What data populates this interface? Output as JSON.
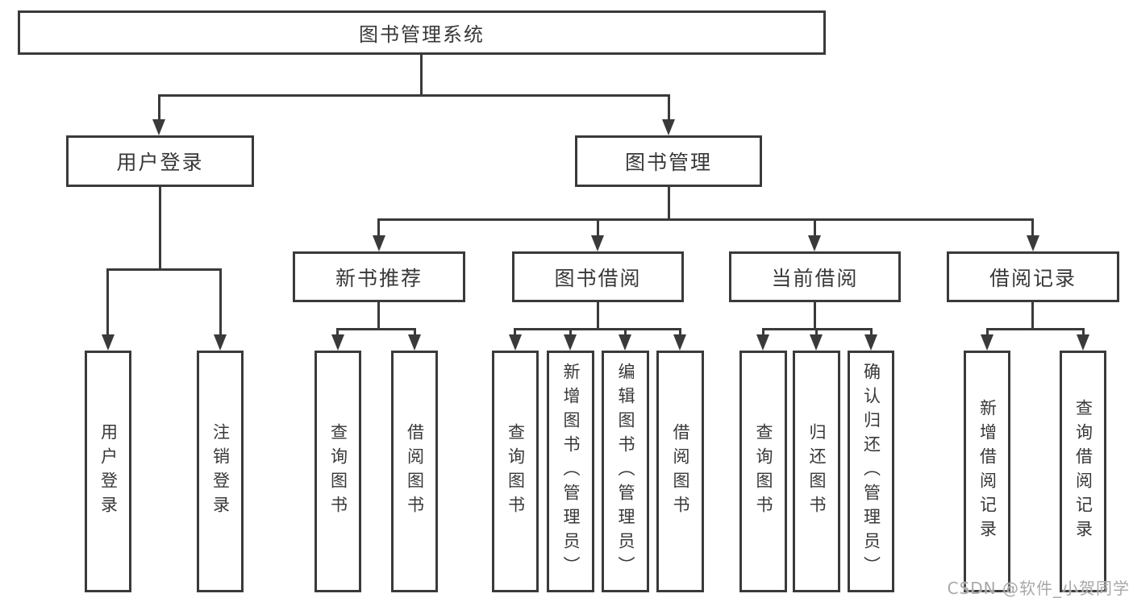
{
  "diagram": {
    "title": "图书管理系统",
    "level2": [
      {
        "label": "用户登录",
        "children": [
          {
            "label": "用户登录"
          },
          {
            "label": "注销登录"
          }
        ]
      },
      {
        "label": "图书管理",
        "children": [
          {
            "label": "新书推荐",
            "children": [
              {
                "label": "查询图书"
              },
              {
                "label": "借阅图书"
              }
            ]
          },
          {
            "label": "图书借阅",
            "children": [
              {
                "label": "查询图书"
              },
              {
                "label": "新增图书（管理员）"
              },
              {
                "label": "编辑图书（管理员）"
              },
              {
                "label": "借阅图书"
              }
            ]
          },
          {
            "label": "当前借阅",
            "children": [
              {
                "label": "查询图书"
              },
              {
                "label": "归还图书"
              },
              {
                "label": "确认归还（管理员）"
              }
            ]
          },
          {
            "label": "借阅记录",
            "children": [
              {
                "label": "新增借阅记录"
              },
              {
                "label": "查询借阅记录"
              }
            ]
          }
        ]
      }
    ],
    "watermark": "CSDN @软件_小贺同学",
    "colors": {
      "line": "#3a3a3a",
      "text": "#383838",
      "watermark": "#a8a8a8",
      "background": "#ffffff"
    }
  }
}
